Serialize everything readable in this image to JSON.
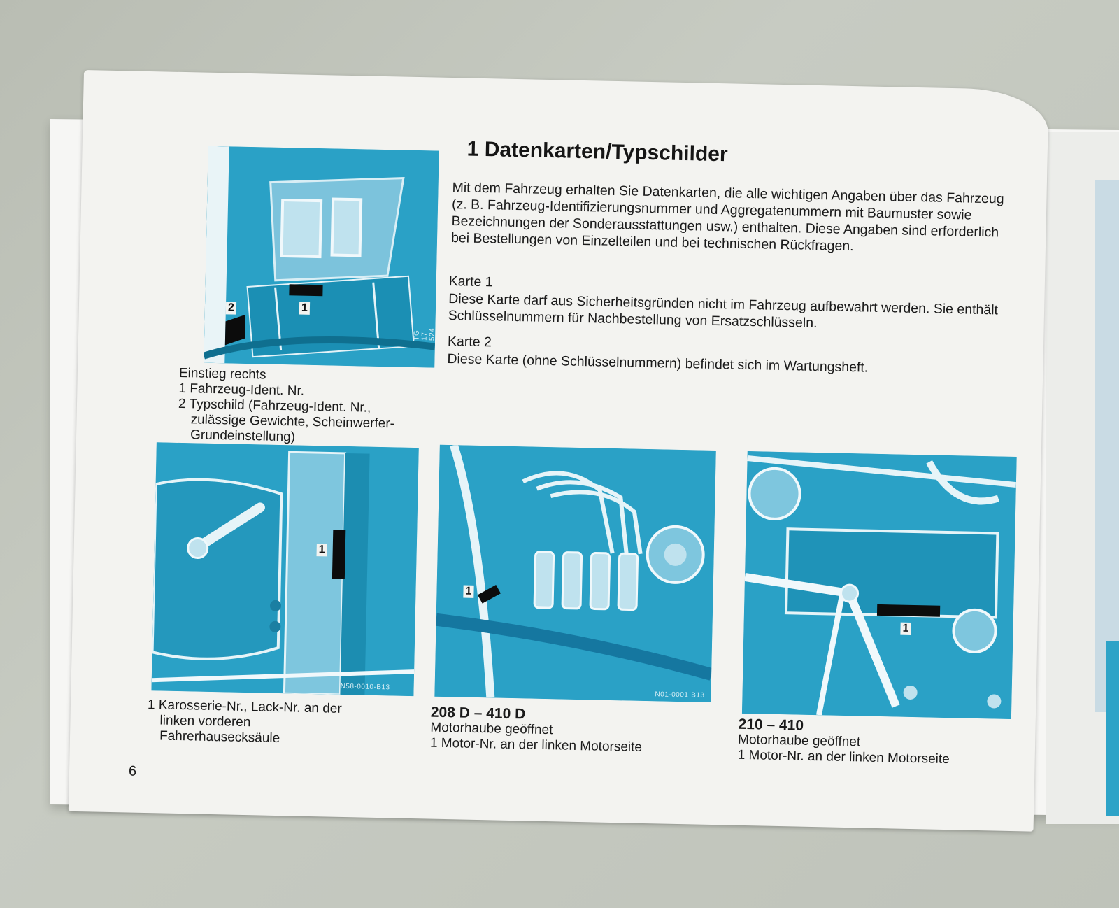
{
  "heading": "1  Datenkarten/Typschilder",
  "intro": "Mit dem Fahrzeug erhalten Sie Datenkarten, die alle wichtigen Angaben über das Fahrzeug (z. B. Fahrzeug-Identifizierungsnummer und Aggregatenummern mit Baumuster sowie Bezeichnungen der Sonderausstattungen usw.) enthalten. Diese Angaben sind erforderlich bei Bestellungen von Einzelteilen und bei technischen Rückfragen.",
  "karte1": {
    "title": "Karte 1",
    "text": "Diese Karte darf aus Sicherheitsgründen nicht im Fahrzeug aufbewahrt werden. Sie enthält Schlüsselnummern für Nachbestellung von Ersatzschlüsseln."
  },
  "karte2": {
    "title": "Karte 2",
    "text": "Diese Karte (ohne Schlüsselnummern) befindet sich im Wartungsheft."
  },
  "fig1": {
    "code": "TG 17 524",
    "label1": "1",
    "label2": "2",
    "caption": {
      "line1": "Einstieg rechts",
      "line2": "1 Fahrzeug-Ident. Nr.",
      "line3": "2 Typschild (Fahrzeug-Ident. Nr.,",
      "line4": "zulässige Gewichte, Scheinwerfer-",
      "line5": "Grundeinstellung)"
    }
  },
  "fig2": {
    "code": "N58-0010-B13",
    "label1": "1",
    "caption": {
      "line1": "1 Karosserie-Nr., Lack-Nr. an der",
      "line2": "linken vorderen",
      "line3": "Fahrerhausecksäule"
    }
  },
  "fig3": {
    "code": "N01-0001-B13",
    "label1": "1",
    "caption": {
      "title": "208 D – 410 D",
      "line1": "Motorhaube geöffnet",
      "line2": "1 Motor-Nr. an der linken Motorseite"
    }
  },
  "fig4": {
    "label1": "1",
    "caption": {
      "title": "210 – 410",
      "line1": "Motorhaube geöffnet",
      "line2": "1 Motor-Nr. an der linken Motorseite"
    }
  },
  "page_number": "6",
  "colors": {
    "illustration": "#2aa1c6",
    "paper": "#f3f3f0",
    "background": "#c2c6bd"
  }
}
